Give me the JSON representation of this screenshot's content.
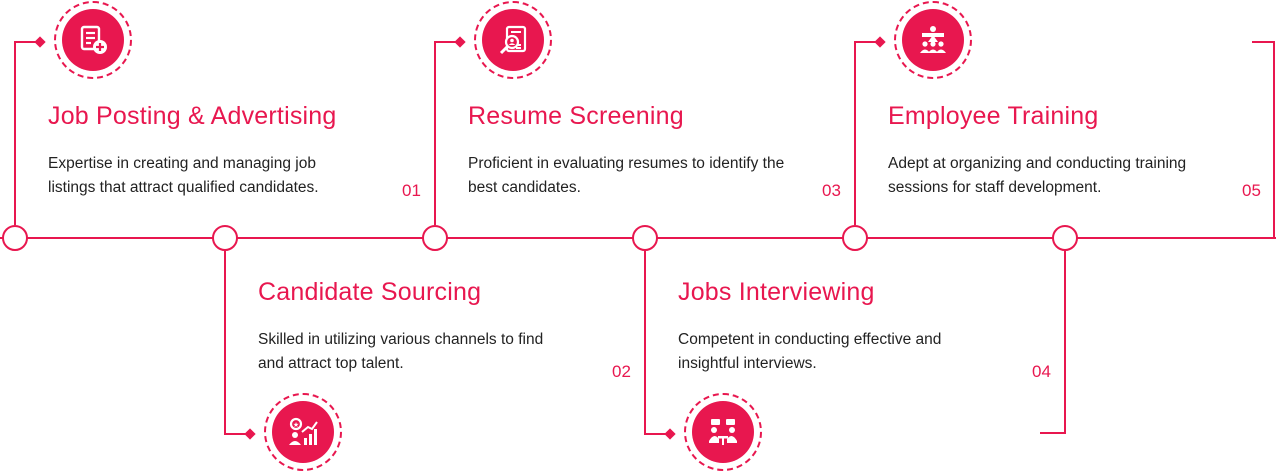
{
  "accent_color": "#e8174f",
  "steps": [
    {
      "title": "Job Posting & Advertising",
      "description": "Expertise in creating and managing job listings that attract qualified candidates.",
      "number": "01",
      "icon": "job-posting-icon"
    },
    {
      "title": "Candidate Sourcing",
      "description": "Skilled in utilizing various channels to find and attract top talent.",
      "number": "02",
      "icon": "candidate-growth-chart-icon"
    },
    {
      "title": "Resume Screening",
      "description": "Proficient in evaluating resumes to identify the best candidates.",
      "number": "03",
      "icon": "resume-search-icon"
    },
    {
      "title": "Jobs Interviewing",
      "description": "Competent in conducting effective and insightful interviews.",
      "number": "04",
      "icon": "interview-meeting-icon"
    },
    {
      "title": "Employee Training",
      "description": "Adept at organizing and conducting training sessions for staff development.",
      "number": "05",
      "icon": "training-presentation-icon"
    }
  ]
}
